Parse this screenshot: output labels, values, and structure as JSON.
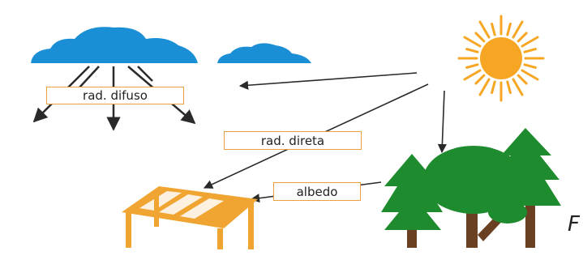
{
  "labels": {
    "diffuse": "rad. difuso",
    "direct": "rad. direta",
    "albedo": "albedo"
  },
  "corner_letter": "F",
  "colors": {
    "cloud": "#1b8fd6",
    "sun": "#f6a623",
    "tree_green": "#1e8c2e",
    "trunk": "#6b3f22",
    "table": "#f0a532",
    "arrow": "#2a2a2a",
    "label_border": "#e8a040"
  },
  "icons": [
    "cloud-icon",
    "sun-icon",
    "forest-icon",
    "table-icon"
  ]
}
